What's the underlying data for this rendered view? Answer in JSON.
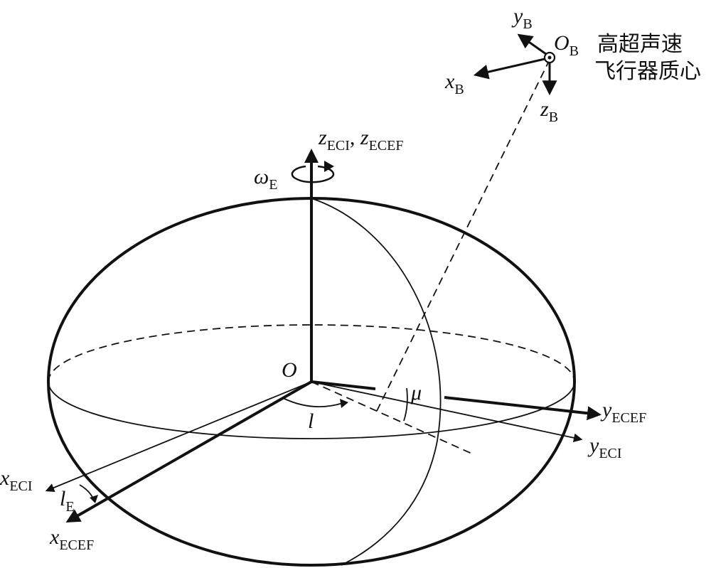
{
  "labels": {
    "origin": "O",
    "z_axes": {
      "z1": "z",
      "s1": "ECI",
      "sep": ", ",
      "z2": "z",
      "s2": "ECEF"
    },
    "omega": {
      "sym": "ω",
      "sub": "E"
    },
    "y_ecef": {
      "sym": "y",
      "sub": "ECEF"
    },
    "y_eci": {
      "sym": "y",
      "sub": "ECI"
    },
    "x_eci": {
      "sym": "x",
      "sub": "ECI"
    },
    "x_ecef": {
      "sym": "x",
      "sub": "ECEF"
    },
    "l": "l",
    "l_e": {
      "sym": "l",
      "sub": "E"
    },
    "mu": "μ",
    "body_origin": {
      "sym": "O",
      "sub": "B"
    },
    "y_b": {
      "sym": "y",
      "sub": "B"
    },
    "x_b": {
      "sym": "x",
      "sub": "B"
    },
    "z_b": {
      "sym": "z",
      "sub": "B"
    },
    "vehicle_line1": "高超声速",
    "vehicle_line2": "飞行器质心"
  }
}
